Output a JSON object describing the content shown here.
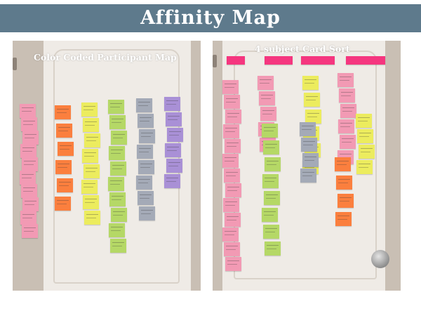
{
  "banner": {
    "title": "Affinity Map"
  },
  "photos": {
    "left_caption": "Color Coded Participant Map",
    "right_caption": "4 subject Card Sort"
  },
  "colors": {
    "banner": "#5e7a8c",
    "pink": "#f29ab4",
    "orange": "#fb7f3e",
    "yellow": "#ecec5e",
    "green": "#b5d866",
    "gray": "#a4aab7",
    "purple": "#a990d6",
    "magenta": "#f5367f",
    "door": "#efebe6"
  }
}
